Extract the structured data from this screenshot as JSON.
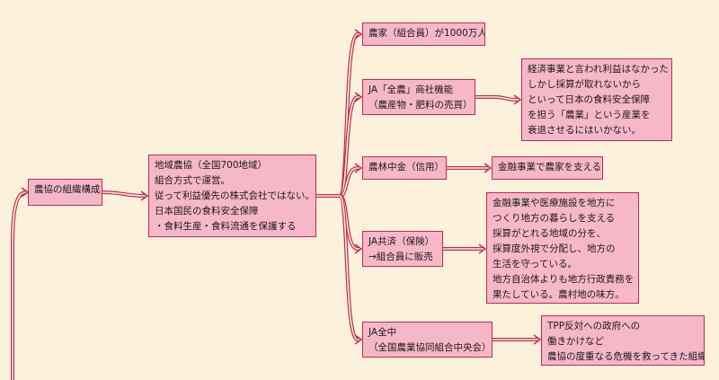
{
  "colors": {
    "background": "#fcf2dc",
    "node_fill": "#f6b8c8",
    "node_border": "#c2284d",
    "connector": "#c2284d",
    "text": "#1a1a1a"
  },
  "nodes": {
    "kozo": {
      "lines": [
        "農協の組織構成"
      ]
    },
    "chiiki": {
      "lines": [
        "地域農協（全国700地域）",
        "組合方式で運営。",
        "従って利益優先の株式会社ではない。",
        "日本国民の食料安全保障",
        "・食料生産・食料流通を保護する"
      ]
    },
    "noka": {
      "lines": [
        "農家（組合員）が1000万人"
      ]
    },
    "zennoh": {
      "lines": [
        "JA「全農」商社機能",
        "（農産物・肥料の売買）"
      ]
    },
    "zennoh_note": {
      "lines": [
        "経済事業と言われ利益はなかった",
        "しかし採算が取れないから",
        "といって日本の食料安全保障",
        "を担う「農業」という産業を",
        "衰退させるにはいかない。"
      ]
    },
    "norin": {
      "lines": [
        "農林中金（信用）"
      ]
    },
    "norin_note": {
      "lines": [
        "金融事業で農家を支える"
      ]
    },
    "kyosai": {
      "lines": [
        "JA共済（保険）",
        "→組合員に販売"
      ]
    },
    "kyosai_note": {
      "lines": [
        "金融事業や医療施設を地方に",
        "つくり地方の暮らしを支える",
        "採算がとれる地域の分を、",
        "採算度外視で分配し、地方の",
        "生活を守っている。",
        "地方自治体よりも地方行政責務を",
        "果たしている。農村地の味方。"
      ]
    },
    "zenchu": {
      "lines": [
        "JA全中",
        "（全国農業協同組合中央会）"
      ]
    },
    "zenchu_note": {
      "lines": [
        "TPP反対への政府への",
        "働きかけなど",
        "農協の度重なる危機を救ってきた組織"
      ]
    }
  }
}
